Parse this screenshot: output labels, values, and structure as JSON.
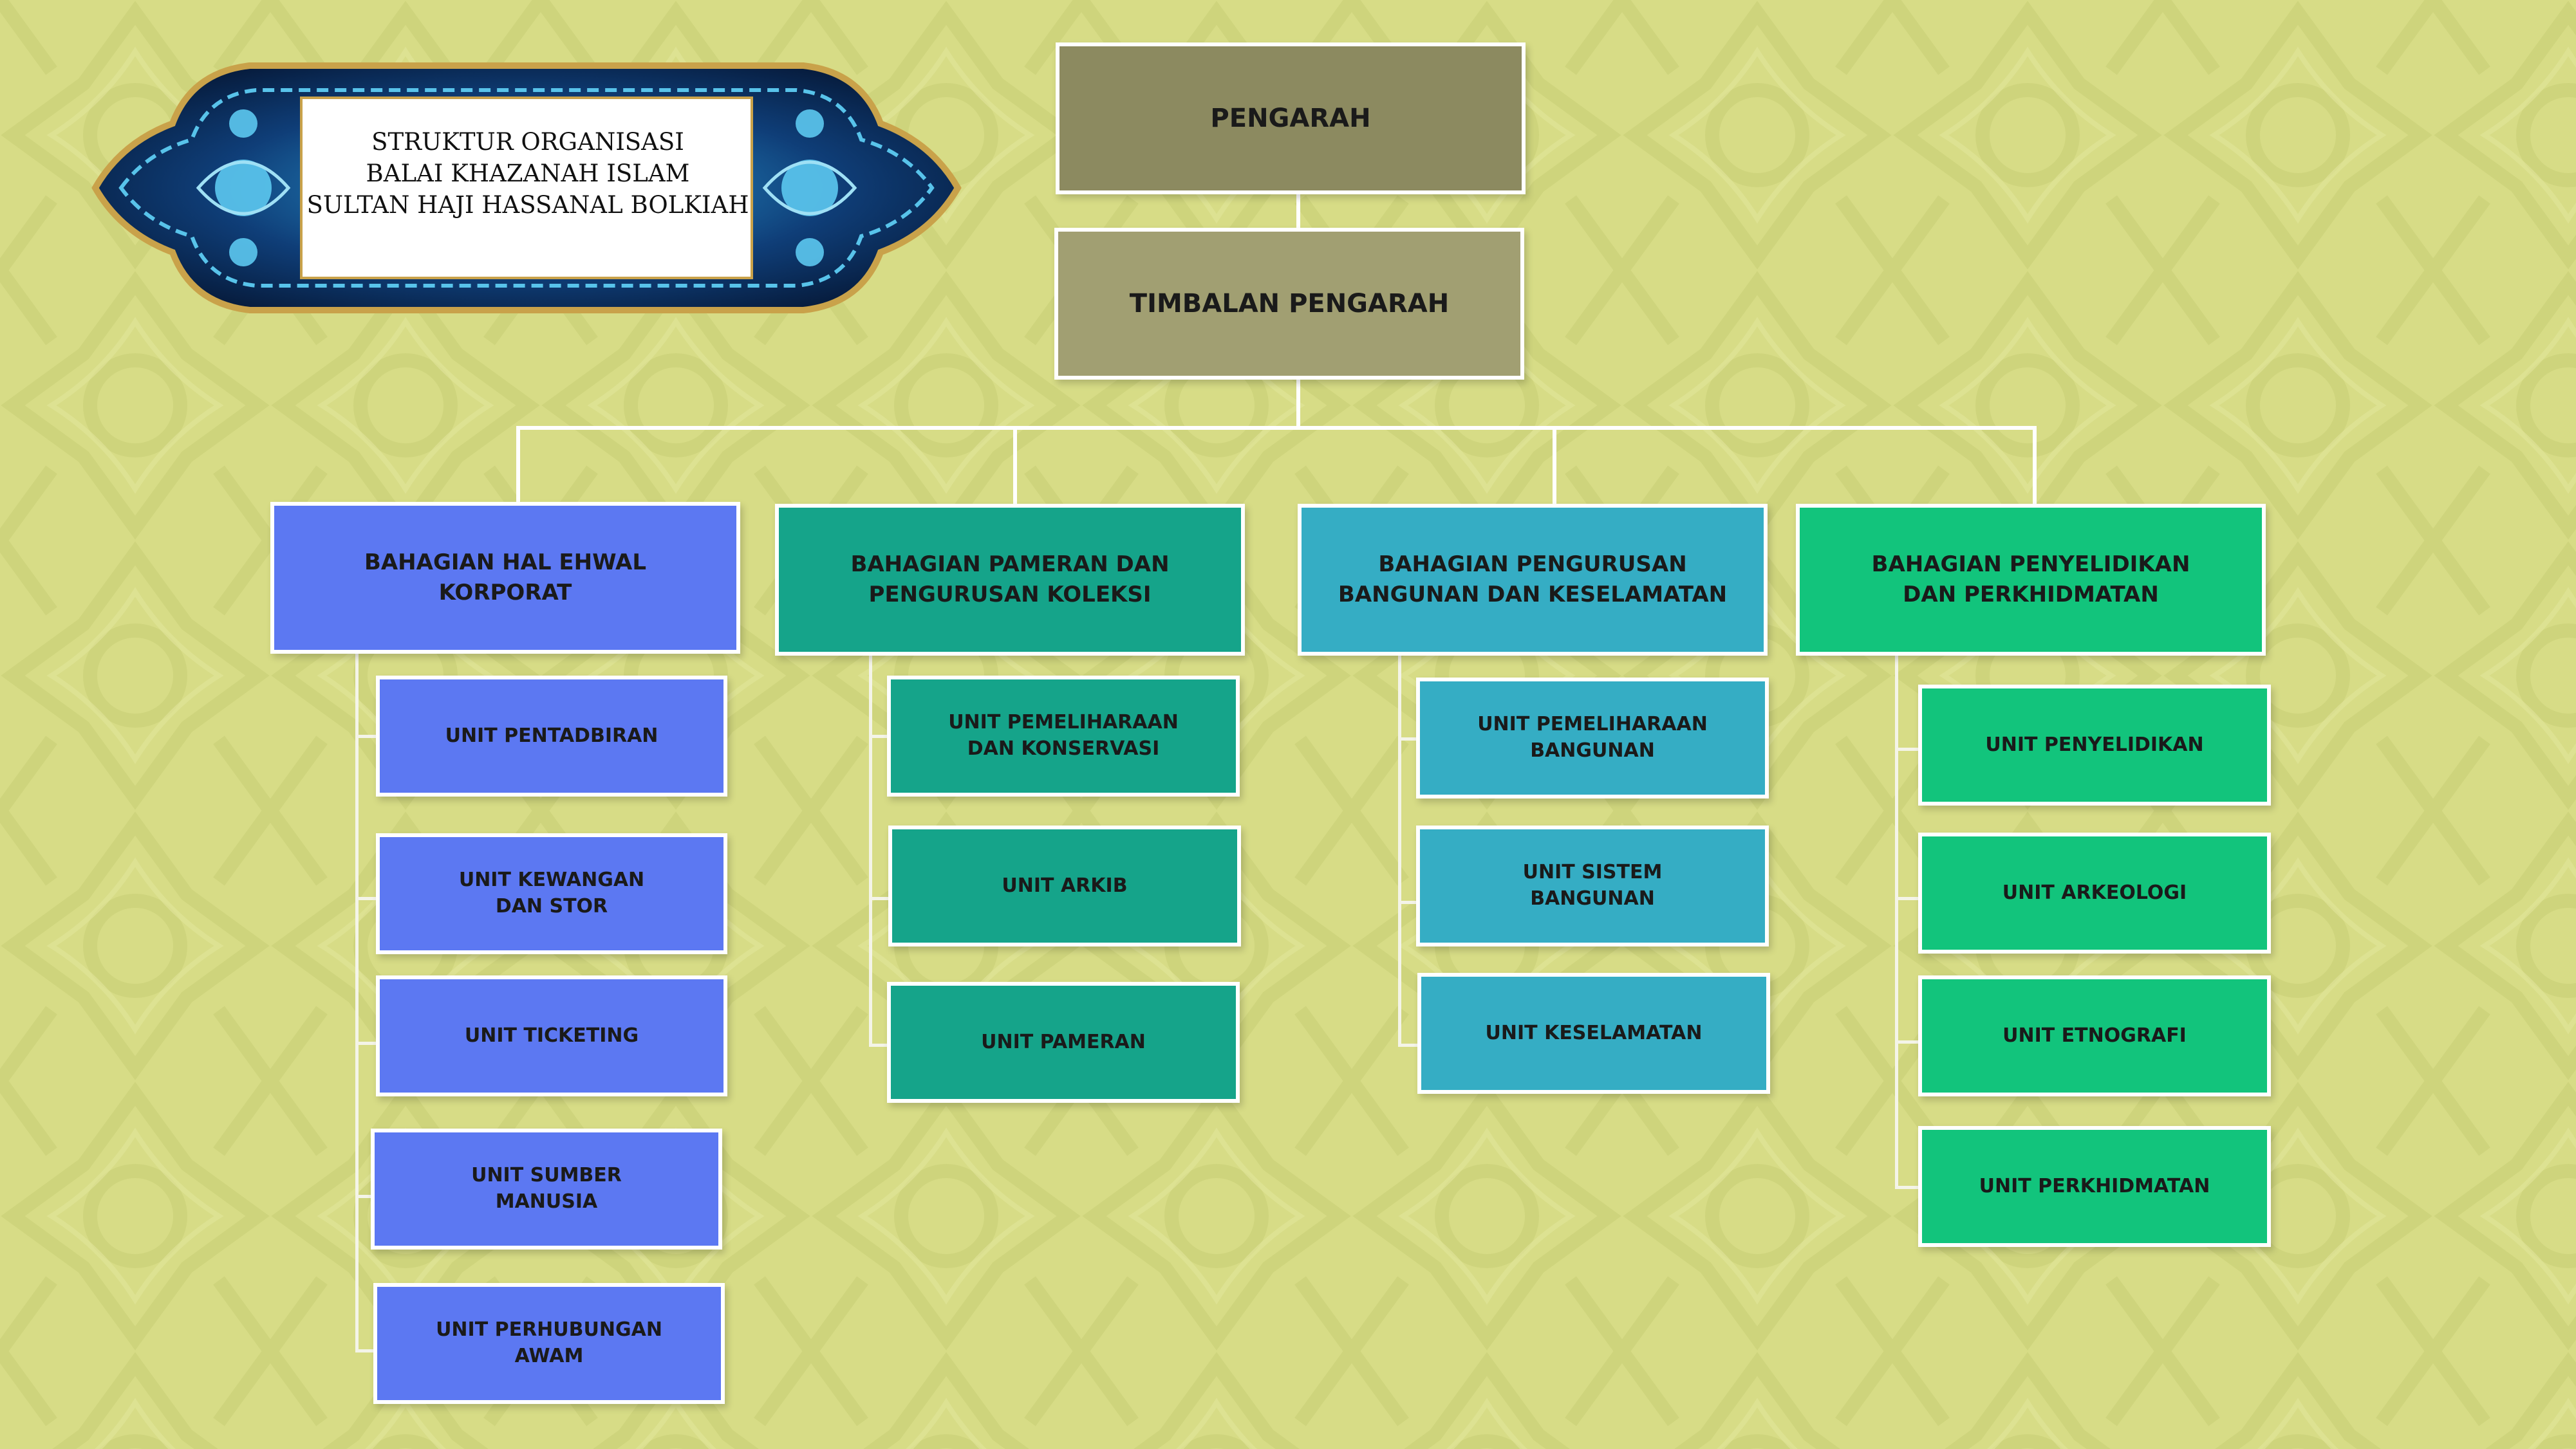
{
  "colors": {
    "background": "#d7dc86",
    "director": "#8c8a60",
    "deputy": "#a19f72",
    "corporate": "#5c78f2",
    "exhibition": "#15a48a",
    "building": "#35adc4",
    "research": "#12c47c"
  },
  "title": {
    "line1": "STRUKTUR ORGANISASI",
    "line2": "BALAI KHAZANAH ISLAM",
    "line3": "SULTAN HAJI HASSANAL BOLKIAH"
  },
  "director": {
    "label": "PENGARAH"
  },
  "deputy": {
    "label": "TIMBALAN PENGARAH"
  },
  "divisions": [
    {
      "label": "BAHAGIAN HAL EHWAL\nKORPORAT",
      "units": [
        "UNIT PENTADBIRAN",
        "UNIT KEWANGAN\nDAN STOR",
        "UNIT TICKETING",
        "UNIT SUMBER\nMANUSIA",
        "UNIT PERHUBUNGAN\nAWAM"
      ]
    },
    {
      "label": "BAHAGIAN PAMERAN DAN\nPENGURUSAN KOLEKSI",
      "units": [
        "UNIT PEMELIHARAAN\nDAN KONSERVASI",
        "UNIT ARKIB",
        "UNIT PAMERAN"
      ]
    },
    {
      "label": "BAHAGIAN PENGURUSAN\nBANGUNAN DAN KESELAMATAN",
      "units": [
        "UNIT PEMELIHARAAN\nBANGUNAN",
        "UNIT SISTEM\nBANGUNAN",
        "UNIT KESELAMATAN"
      ]
    },
    {
      "label": "BAHAGIAN PENYELIDIKAN\nDAN PERKHIDMATAN",
      "units": [
        "UNIT PENYELIDIKAN",
        "UNIT ARKEOLOGI",
        "UNIT ETNOGRAFI",
        "UNIT PERKHIDMATAN"
      ]
    }
  ]
}
